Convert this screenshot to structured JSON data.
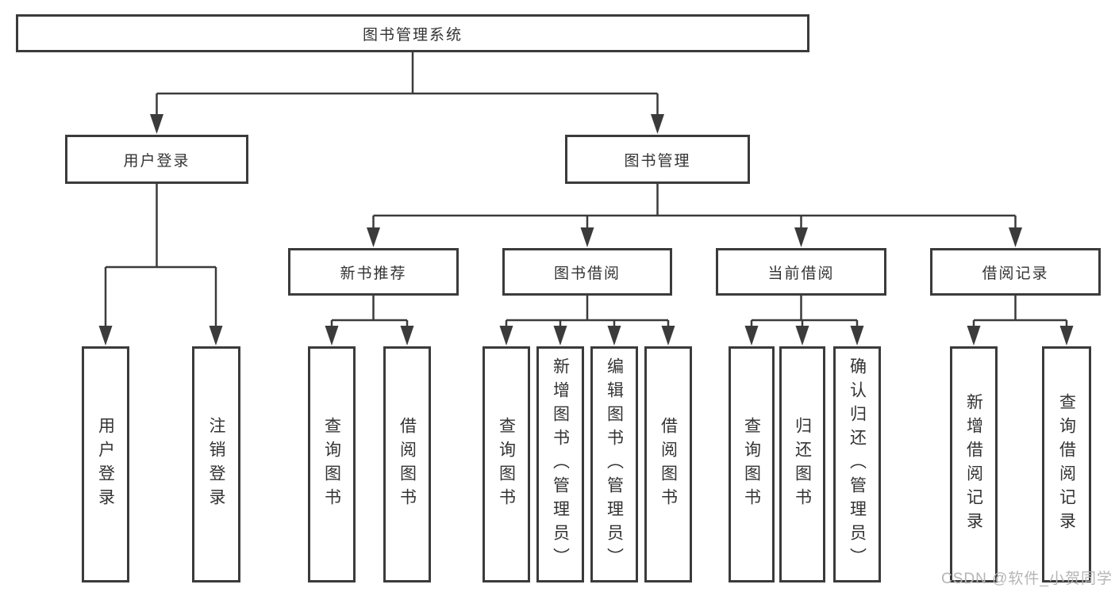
{
  "diagram_type": "hierarchy-tree",
  "colors": {
    "line": "#3b3b3b",
    "text": "#333333",
    "background": "#ffffff",
    "watermark": "#b5b5b5"
  },
  "nodes": {
    "root": {
      "label": "图书管理系统"
    },
    "login": {
      "label": "用户登录"
    },
    "mgmt": {
      "label": "图书管理"
    },
    "rec": {
      "label": "新书推荐"
    },
    "borrow": {
      "label": "图书借阅"
    },
    "current": {
      "label": "当前借阅"
    },
    "records": {
      "label": "借阅记录"
    },
    "leaf_login": {
      "label": "用户登录"
    },
    "leaf_logout": {
      "label": "注销登录"
    },
    "rec_query": {
      "label": "查询图书"
    },
    "rec_borrow": {
      "label": "借阅图书"
    },
    "bb_query": {
      "label": "查询图书"
    },
    "bb_add": {
      "label": "新增图书（管理员）"
    },
    "bb_edit": {
      "label": "编辑图书（管理员）"
    },
    "bb_borrow": {
      "label": "借阅图书"
    },
    "cb_query": {
      "label": "查询图书"
    },
    "cb_return": {
      "label": "归还图书"
    },
    "cb_confirm": {
      "label": "确认归还（管理员）"
    },
    "br_add": {
      "label": "新增借阅记录"
    },
    "br_query": {
      "label": "查询借阅记录"
    }
  },
  "watermark": {
    "text": "CSDN @软件_小贺同学"
  }
}
